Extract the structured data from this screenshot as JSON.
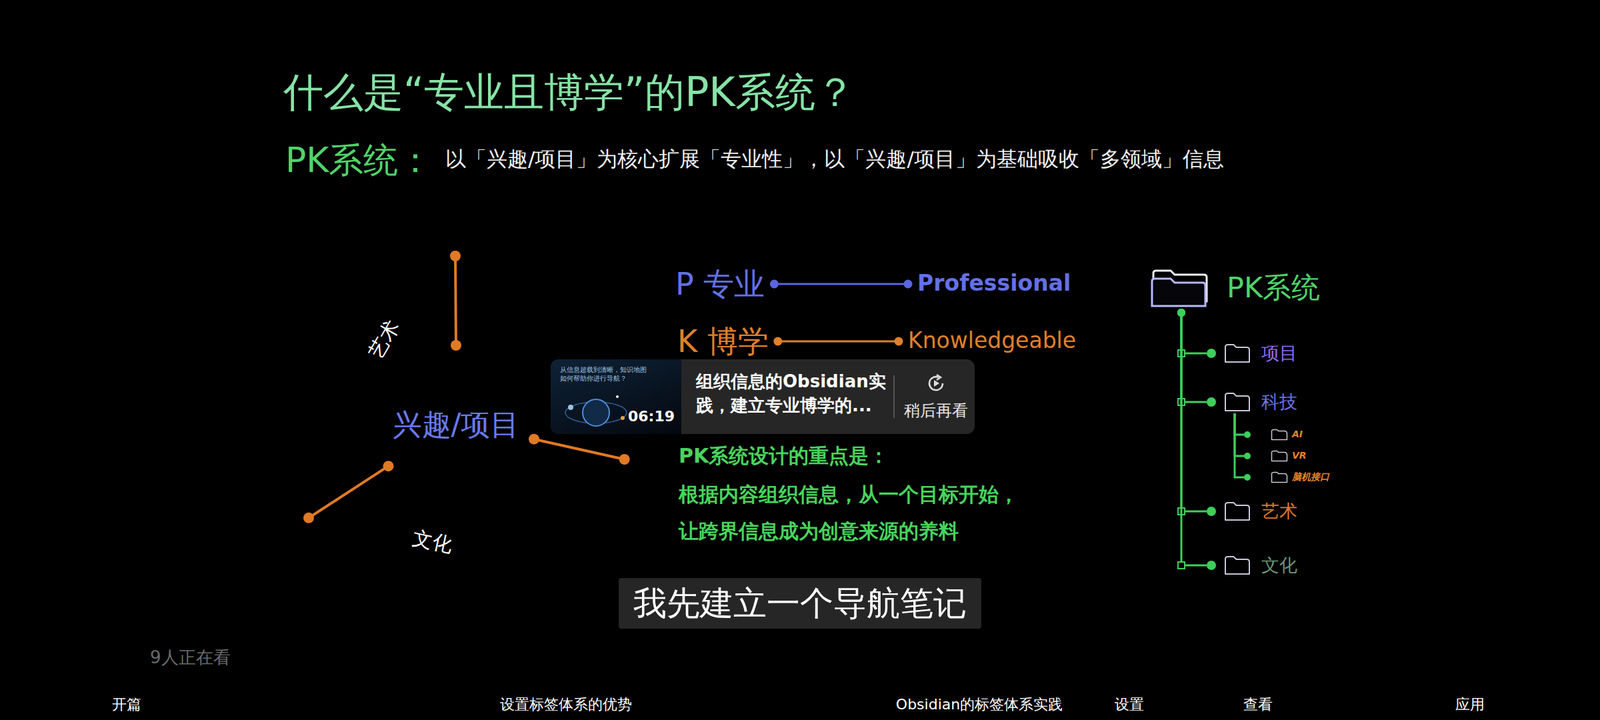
{
  "diagram": {
    "title": "什么是“专业且博学”的PK系统？",
    "caption": "我先建立一个导航笔记",
    "nodes": [
      {
        "text": [
          "艺术",
          "文化"
        ]
      },
      {
        "text": [
          "兴趣/项目"
        ],
        "in": 0
      },
      {
        "text": [
          "组织信息的Obsidian实践，建立专业博学的...",
          "稍后再看"
        ]
      },
      {
        "text": [
          "从信息超载到清晰，知识地图如何帮助你进行导航？",
          "06:19"
        ],
        "in": 2
      },
      {
        "text": [
          "PK系统"
        ]
      },
      {
        "text": [
          "项目"
        ]
      },
      {
        "text": [
          "科技"
        ]
      },
      {
        "text": [
          "AI"
        ]
      },
      {
        "text": [
          "VR"
        ]
      },
      {
        "text": [
          "脑机接口"
        ]
      },
      {
        "text": [
          "艺术"
        ]
      },
      {
        "text": [
          "文化"
        ]
      }
    ],
    "edges": [
      {
        "from": 1,
        "to": 0,
        "arrow": "none"
      },
      {
        "from": 1,
        "to": 0,
        "arrow": "none"
      },
      {
        "from": 1,
        "to": 0,
        "arrow": "none"
      },
      {
        "from": 4,
        "to": 5,
        "arrow": "none"
      },
      {
        "from": 4,
        "to": 6,
        "arrow": "none"
      },
      {
        "from": 4,
        "to": 10,
        "arrow": "none"
      },
      {
        "from": 4,
        "to": 11,
        "arrow": "none"
      },
      {
        "from": 6,
        "to": 7,
        "arrow": "none"
      },
      {
        "from": 6,
        "to": 8,
        "arrow": "none"
      },
      {
        "from": 6,
        "to": 9,
        "arrow": "none"
      }
    ],
    "labels": [
      "PK系统：",
      "以「兴趣/项目」为核心扩展「专业性」，以「兴趣/项目」为基础吸收「多领域」信息",
      "P 专业",
      "Professional",
      "K 博学",
      "Knowledgeable",
      "PK系统设计的重点是：",
      "根据内容组织信息，从一个目标开始，",
      "让跨界信息成为创意来源的养料",
      "9人正在看",
      "开篇",
      "设置标签体系的优势",
      "Obsidian的标签体系实践",
      "设置",
      "查看",
      "应用"
    ]
  }
}
